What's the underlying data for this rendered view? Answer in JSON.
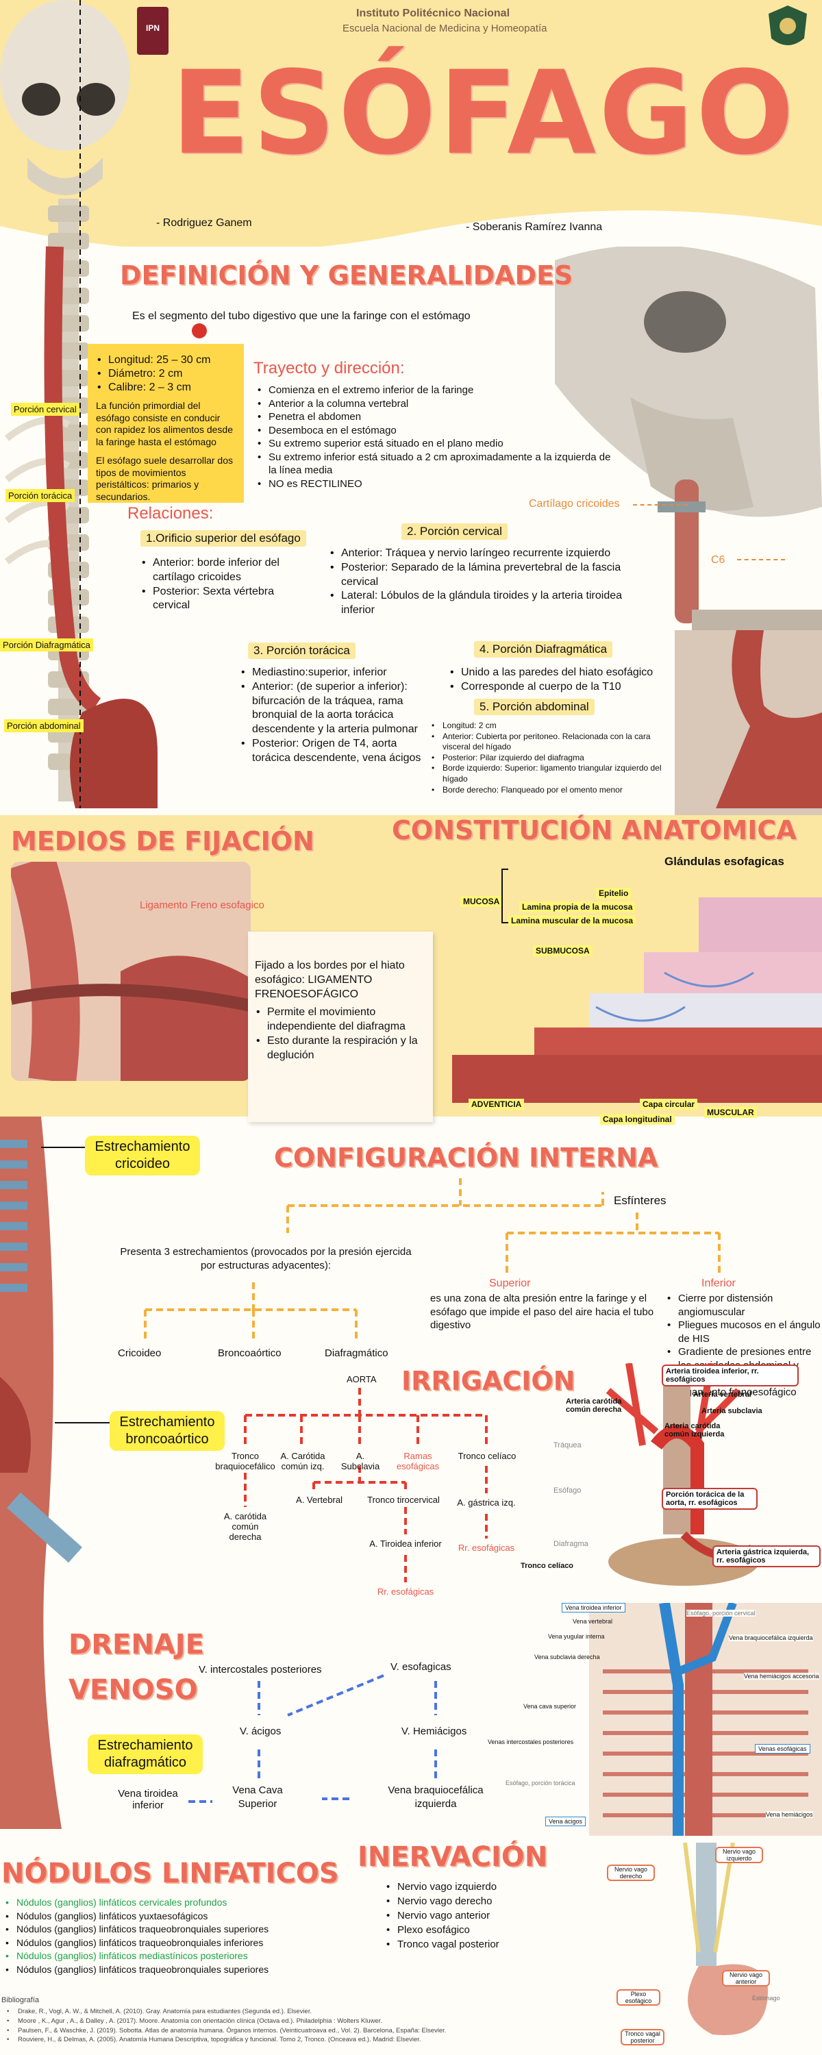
{
  "header": {
    "institute": "Instituto Politécnico Nacional",
    "school": "Escuela Nacional de Medicina y Homeopatía",
    "title": "ESÓFAGO",
    "author1": "- Rodriguez Ganem",
    "author2": "- Soberanis Ramírez Ivanna",
    "logo_left": "IPN"
  },
  "def": {
    "title": "DEFINICIÓN Y  GENERALIDADES",
    "text": "Es el segmento del tubo digestivo que une la faringe con el estómago",
    "card": [
      "Longitud: 25 – 30 cm",
      "Diámetro: 2 cm",
      "Calibre: 2 – 3 cm"
    ],
    "card_p1": "La función primordial del esófago consiste en conducir con rapidez los alimentos desde la faringe hasta el estómago",
    "card_p2": "El esófago suele desarrollar dos tipos de movimientos peristálticos: primarios y secundarios.",
    "traj_title": "Trayecto y dirección:",
    "traj": [
      "Comienza en el extremo inferior de la faringe",
      "Anterior a la columna vertebral",
      "Penetra el abdomen",
      "Desemboca en el estómago",
      "Su extremo superior está situado en el plano medio",
      "Su extremo inferior está situado a 2 cm aproximadamente a la izquierda de la línea media",
      "NO es RECTILINEO"
    ],
    "rel_title": "Relaciones:",
    "r1_title": "1.Orificio superior del esófago",
    "r1": [
      "Anterior: borde inferior del cartílago cricoides",
      "Posterior: Sexta vértebra cervical"
    ],
    "r2_title": "2. Porción cervical",
    "r2": [
      "Anterior: Tráquea y nervio laríngeo recurrente izquierdo",
      "Posterior: Separado de la lámina prevertebral de la fascia cervical",
      "Lateral: Lóbulos de la glándula tiroides y la arteria tiroidea inferior"
    ],
    "r3_title": "3. Porción torácica",
    "r3": [
      "Mediastino:superior, inferior",
      "Anterior: (de superior a inferior): bifurcación de la tráquea, rama bronquial de la aorta torácica descendente y la arteria pulmonar",
      "Posterior: Origen de T4, aorta torácica descendente, vena ácigos"
    ],
    "r4_title": "4. Porción Diafragmática",
    "r4": [
      "Unido a las paredes del hiato esofágico",
      "Corresponde al cuerpo de la T10"
    ],
    "r5_title": "5. Porción abdominal",
    "r5": [
      "Longitud: 2 cm",
      "Anterior: Cubierta por peritoneo. Relacionada con la cara visceral del hígado",
      "Posterior: Pilar izquierdo del diafragma",
      "Borde izquierdo: Superior: ligamento triangular izquierdo del hígado",
      "Borde derecho: Flanqueado por el omento menor"
    ],
    "spine_labels": [
      "Porción cervical",
      "Porción torácica",
      "Porción Diafragmática",
      "Porción abdominal"
    ],
    "cartilago": "Cartílago cricoides",
    "c6": "C6"
  },
  "fix": {
    "title": "MEDIOS DE FIJACIÓN",
    "lig": "Ligamento Freno esofagico",
    "text": "Fijado a los bordes por el hiato esofágico: LIGAMENTO FRENOESOFÁGICO",
    "items": [
      "Permite el movimiento independiente del diafragma",
      "Esto durante la respiración y la deglución"
    ]
  },
  "const": {
    "title": "CONSTITUCIÓN ANATOMICA",
    "glands": "Glándulas esofagicas",
    "mucosa": "MUCOSA",
    "epitelio": "Epitelio",
    "lamina_propia": "Lamina propia de la mucosa",
    "lamina_muscular": "Lamina muscular de la mucosa",
    "submucosa": "SUBMUCOSA",
    "adventicia": "ADVENTICIA",
    "circular": "Capa circular",
    "longitudinal": "Capa longitudinal",
    "muscular": "MUSCULAR"
  },
  "config": {
    "title": "CONFIGURACIÓN INTERNA",
    "estr_cric": "Estrechamiento cricoideo",
    "estr_bronco": "Estrechamiento broncoaórtico",
    "estr_diaf": "Estrechamiento diafragmático",
    "presenta": "Presenta 3 estrechamientos (provocados por la presión ejercida por estructuras adyacentes):",
    "e1": "Cricoideo",
    "e2": "Broncoaórtico",
    "e3": "Diafragmático",
    "esfinteres": "Esfínteres",
    "superior": "Superior",
    "superior_text": "es una zona de alta presión entre la faringe y el esófago que impide el paso del aire hacia el tubo digestivo",
    "inferior": "Inferior",
    "inferior_items": [
      "Cierre por distensión angiomuscular",
      "Pliegues mucosos en el ángulo de HIS",
      "Gradiente de presiones entre las cavidades abdominal y torácica",
      "Ligamento frenoesofágico"
    ]
  },
  "irr": {
    "title": "IRRIGACIÓN",
    "aorta": "AORTA",
    "tronco_braq": "Tronco braquiocefálico",
    "carotida_izq": "A. Carótida común izq.",
    "subclavia": "A. Subclavia",
    "ramas": "Ramas esofágicas",
    "celiaco": "Tronco celíaco",
    "carotida_der": "A. carótida común derecha",
    "vertebral": "A. Vertebral",
    "tirocervical": "Tronco tirocervical",
    "gastrica": "A. gástrica izq.",
    "rr1": "Rr. esofágicas",
    "tiroidea": "A. Tiroidea inferior",
    "rr2": "Rr. esofágicas",
    "img": {
      "tiroidea": "Arteria tiroidea inferior, rr. esofágicos",
      "vertebral": "Arteria vertebral",
      "subclavia": "Arteria subclavia",
      "carotida_der": "Arteria carótida común derecha",
      "carotida_izq": "Arteria carótida común izquierda",
      "traquea": "Tráquea",
      "esofago": "Esófago",
      "toracica": "Porción torácica de la aorta, rr. esofágicos",
      "diafragma": "Diafragma",
      "celiaco": "Tronco celíaco",
      "gastrica": "Arteria gástrica izquierda, rr. esofágicos"
    }
  },
  "dren": {
    "title1": "DRENAJE",
    "title2": "VENOSO",
    "intercostales": "V. intercostales posteriores",
    "esofagicas": "V. esofagicas",
    "acigos": "V. ácigos",
    "hemiacigos": "V. Hemiácigos",
    "cava": "Vena Cava Superior",
    "braquio": "Vena braquiocefálica izquierda",
    "tiroidea": "Vena tiroidea inferior",
    "img": {
      "tiroidea": "Vena tiroidea inferior",
      "vertebral": "Vena vertebral",
      "yugular": "Vena yugular interna",
      "subclavia": "Vena subclavia derecha",
      "cava": "Vena cava superior",
      "intercostales": "Venas intercostales posteriores",
      "toracica": "Esófago, porción torácica",
      "acigos": "Vena ácigos",
      "cervical": "Esófago, porción cervical",
      "braquio": "Vena braquiocefálica izquierda",
      "hemi_accesoria": "Vena hemiácigos accesoria",
      "esofagicas": "Venas esofágicas",
      "hemiacigos": "Vena hemiácigos"
    }
  },
  "nod": {
    "title": "NÓDULOS LINFATICOS",
    "items": [
      {
        "t": "Nódulos (ganglios) linfáticos cervicales profundos",
        "c": "#1aa34a"
      },
      {
        "t": "Nódulos (ganglios) linfáticos yuxtaesofágicos",
        "c": "#111111"
      },
      {
        "t": "Nódulos (ganglios) linfáticos traqueobronquiales superiores",
        "c": "#111111"
      },
      {
        "t": "Nódulos (ganglios) linfáticos traqueobronquiales inferiores",
        "c": "#111111"
      },
      {
        "t": "Nódulos (ganglios) linfáticos mediastínicos posteriores",
        "c": "#1aa34a"
      },
      {
        "t": "Nódulos (ganglios) linfáticos traqueobronquiales superiores",
        "c": "#111111"
      }
    ]
  },
  "inerv": {
    "title": "INERVACIÓN",
    "items": [
      "Nervio vago izquierdo",
      "Nervio vago derecho",
      "Nervio vago anterior",
      "Plexo esofágico",
      "Tronco vagal posterior"
    ],
    "img": {
      "izq": "Nervio vago izquierdo",
      "der": "Nervio vago derecho",
      "anterior": "Nervio vago anterior",
      "plexo": "Plexo esofágico",
      "estomago": "Estómago",
      "posterior": "Tronco vagal posterior"
    }
  },
  "bib": {
    "title": "Bibliografía",
    "items": [
      "Drake, R., Vogl, A. W., & Mitchell, A. (2010). Gray. Anatomía para estudiantes (Segunda ed.). Elsevier.",
      "Moore , K., Agur , A., & Dalley , A. (2017). Moore. Anatomía con orientación clínica (Octava ed.). Philadelphia : Wolters Kluwer.",
      "Paulsen, F., & Waschke, J. (2019). Sobotta. Atlas de anatomía humana. Órganos internos. (Veinticuatroava ed., Vol. 2). Barcelona, España: Elsevier.",
      "Rouviere, H., & Delmas, A. (2005). Anatomía Humana Descriptiva, topográfica y funcional. Tomo 2, Tronco. (Onceava ed.). Madrid: Elsevier."
    ]
  }
}
